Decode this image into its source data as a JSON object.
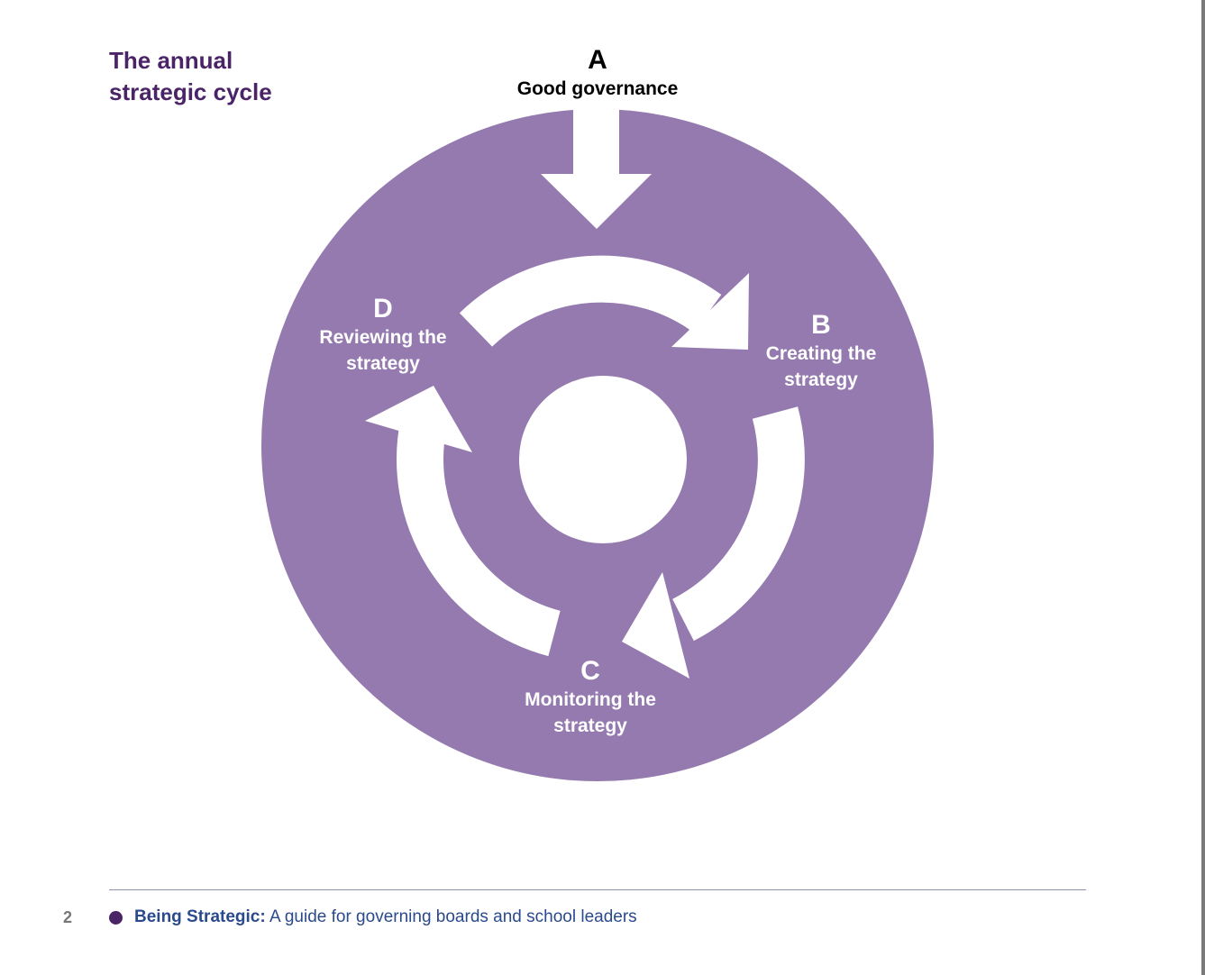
{
  "title": {
    "line1": "The annual",
    "line2": "strategic cycle"
  },
  "diagram": {
    "colors": {
      "circle": "#957aaf",
      "arrows": "#ffffff"
    },
    "a": {
      "letter": "A",
      "text": "Good governance"
    },
    "b": {
      "letter": "B",
      "line1": "Creating the",
      "line2": "strategy"
    },
    "c": {
      "letter": "C",
      "line1": "Monitoring the",
      "line2": "strategy"
    },
    "d": {
      "letter": "D",
      "line1": "Reviewing the",
      "line2": "strategy"
    }
  },
  "footer": {
    "page_number": "2",
    "publication": "Being Strategic:",
    "subtitle": "A guide for governing boards and school leaders"
  }
}
